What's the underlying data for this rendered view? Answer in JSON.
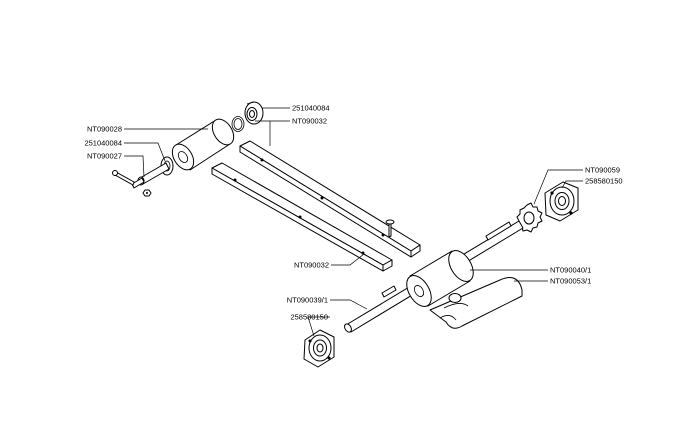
{
  "diagram": {
    "callouts": [
      {
        "id": "c1",
        "label": "251040084"
      },
      {
        "id": "c2",
        "label": "NT090032"
      },
      {
        "id": "c3",
        "label": "NT090028"
      },
      {
        "id": "c4",
        "label": "251040084"
      },
      {
        "id": "c5",
        "label": "NT090027"
      },
      {
        "id": "c6",
        "label": "NT090059"
      },
      {
        "id": "c7",
        "label": "258580150"
      },
      {
        "id": "c8",
        "label": "NT090040/1"
      },
      {
        "id": "c9",
        "label": "NT090053/1"
      },
      {
        "id": "c10",
        "label": "NT090032"
      },
      {
        "id": "c11",
        "label": "NT090039/1"
      },
      {
        "id": "c12",
        "label": "258580150"
      }
    ]
  }
}
